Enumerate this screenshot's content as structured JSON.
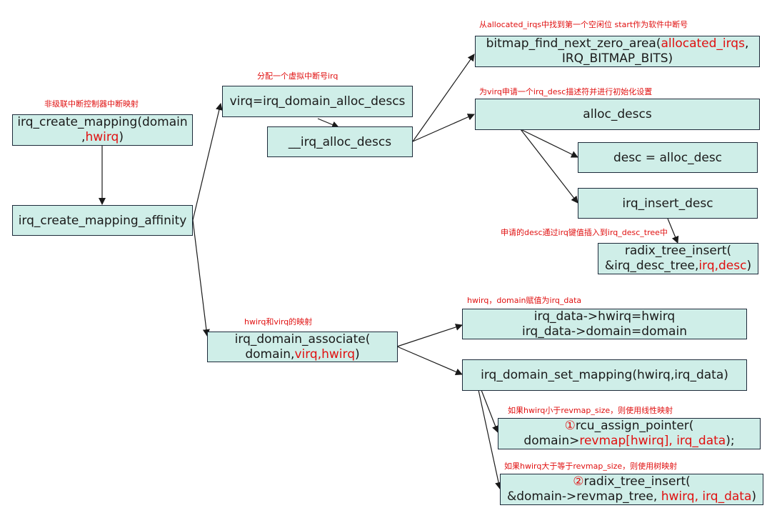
{
  "colors": {
    "box_fill": "#cfeee8",
    "box_border": "#1d2a3a",
    "highlight": "#e01010",
    "arrow": "#1a1a1a"
  },
  "notes": {
    "cascade": "非级联中断控制器中断映射",
    "alloc_virq": "分配一个虚拟中断号irq",
    "bitmap": "从allocated_irqs中找到第一个空闲位 start作为软件中断号",
    "alloc_desc": "为virq申请一个irq_desc描述符并进行初始化设置",
    "insert_tree": "申请的desc通过irq键值插入到irq_desc_tree中",
    "associate": "hwirq和virq的映射",
    "assign": "hwirq，domain赋值为irq_data",
    "linear": "如果hwirq小于revmap_size，则使用线性映射",
    "tree": "如果hwirq大于等于revmap_size，则使用树映射"
  },
  "nodes": {
    "create_mapping": {
      "l1a": "irq_create_mapping(domain",
      "l2a": ",",
      "l2b": "hwirq",
      "l2c": ")"
    },
    "create_mapping_affinity": {
      "text": "irq_create_mapping_affinity"
    },
    "domain_alloc_descs": {
      "text": "virq=irq_domain_alloc_descs"
    },
    "irq_alloc_descs": {
      "text": "__irq_alloc_descs"
    },
    "bitmap_find": {
      "l1a": "bitmap_find_next_zero_area(",
      "l1b": "allocated_irqs",
      "l1c": ",",
      "l2": "IRQ_BITMAP_BITS)"
    },
    "alloc_descs": {
      "text": "alloc_descs"
    },
    "alloc_desc": {
      "text": "desc = alloc_desc"
    },
    "insert_desc": {
      "text": "irq_insert_desc"
    },
    "radix_insert_desc": {
      "l1": "radix_tree_insert(",
      "l2a": "&irq_desc_tree,",
      "l2b": "irq,desc",
      "l2c": ")"
    },
    "domain_associate": {
      "l1": "irq_domain_associate(",
      "l2a": "domain,",
      "l2b": "virq,hwirq",
      "l2c": ")"
    },
    "irq_data_assign": {
      "l1": "irq_data->hwirq=hwirq",
      "l2": "irq_data->domain=domain"
    },
    "set_mapping": {
      "text": "irq_domain_set_mapping(hwirq,irq_data)"
    },
    "rcu_assign": {
      "l1a": "①",
      "l1b": "rcu_assign_pointer(",
      "l2a": "domain>",
      "l2b": "revmap[hwirq], irq_data",
      "l2c": ");"
    },
    "radix_insert_revmap": {
      "l1a": "②",
      "l1b": "radix_tree_insert(",
      "l2a": "&domain->revmap_tree, ",
      "l2b": "hwirq, irq_data",
      "l2c": ")"
    }
  }
}
